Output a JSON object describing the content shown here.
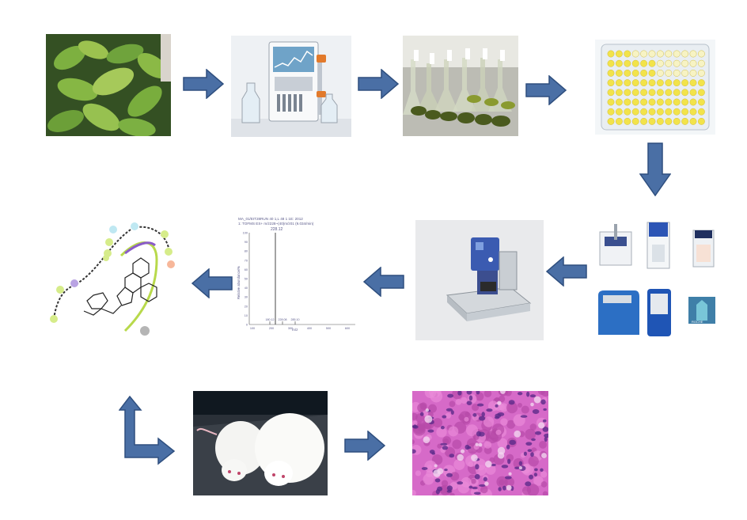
{
  "colors": {
    "arrow_fill": "#4a6fa5",
    "arrow_stroke": "#2f4f7f",
    "plant_green": "#6fa33c",
    "plate_yellow": "#f2e34a",
    "tissue_pink": "#c64fb8"
  },
  "spectrum": {
    "header_line1": "MA_01/EIT28RUN 40 1,L 48 1 1E: 2012",
    "header_line2": "1: TOFMS ES+ m/z228~(40)m/z01 (9.034/min)",
    "peak_label": "228.12",
    "ylabel": "Relative abundance/%",
    "xlabel": "m/z",
    "yticks": [
      "100",
      "90",
      "80",
      "70",
      "60",
      "50",
      "40",
      "30",
      "20",
      "10",
      "0"
    ],
    "xticks": [
      "100",
      "200",
      "300",
      "400",
      "500",
      "600"
    ],
    "minor_peaks": [
      "180.12",
      "228.08",
      "285.10"
    ]
  },
  "instrument_logo_text": "ROCHE"
}
